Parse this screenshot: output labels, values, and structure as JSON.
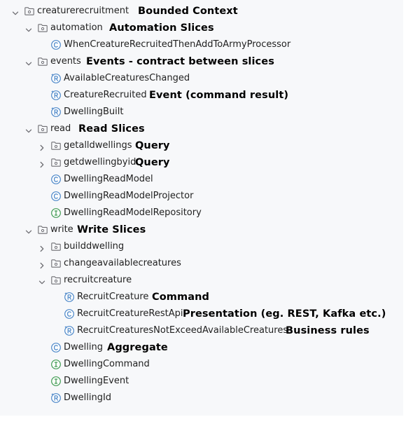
{
  "colors": {
    "class_icon": "#4a86c8",
    "record_icon": "#4a86c8",
    "interface_icon": "#3f9a52",
    "folder_icon": "#6e6e73",
    "chevron": "#6e6e73",
    "panel_bg": "#f7f8fa"
  },
  "tree": [
    {
      "label": "creaturerecruitment",
      "icon": "package-icon",
      "expanded": true,
      "annotation": "Bounded Context"
    },
    {
      "label": "automation",
      "icon": "package-icon",
      "expanded": true,
      "annotation": "Automation Slices"
    },
    {
      "label": "WhenCreatureRecruitedThenAddToArmyProcessor",
      "icon": "class-icon"
    },
    {
      "label": "events",
      "icon": "package-icon",
      "expanded": true,
      "annotation": "Events - contract between slices"
    },
    {
      "label": "AvailableCreaturesChanged",
      "icon": "record-icon"
    },
    {
      "label": "CreatureRecruited",
      "icon": "record-icon",
      "annotation": "Event (command result)"
    },
    {
      "label": "DwellingBuilt",
      "icon": "record-icon"
    },
    {
      "label": "read",
      "icon": "package-icon",
      "expanded": true,
      "annotation": "Read Slices"
    },
    {
      "label": "getalldwellings",
      "icon": "package-icon",
      "expanded": false,
      "annotation": "Query"
    },
    {
      "label": "getdwellingbyid",
      "icon": "package-icon",
      "expanded": false,
      "annotation": "Query"
    },
    {
      "label": "DwellingReadModel",
      "icon": "class-icon"
    },
    {
      "label": "DwellingReadModelProjector",
      "icon": "class-icon"
    },
    {
      "label": "DwellingReadModelRepository",
      "icon": "interface-icon"
    },
    {
      "label": "write",
      "icon": "package-icon",
      "expanded": true,
      "annotation": "Write Slices"
    },
    {
      "label": "builddwelling",
      "icon": "package-icon",
      "expanded": false
    },
    {
      "label": "changeavailablecreatures",
      "icon": "package-icon",
      "expanded": false
    },
    {
      "label": "recruitcreature",
      "icon": "package-icon",
      "expanded": true
    },
    {
      "label": "RecruitCreature",
      "icon": "record-icon",
      "annotation": "Command"
    },
    {
      "label": "RecruitCreatureRestApi",
      "icon": "class-icon",
      "annotation": "Presentation (eg. REST, Kafka etc.)"
    },
    {
      "label": "RecruitCreaturesNotExceedAvailableCreatures",
      "icon": "record-icon",
      "annotation": "Business rules"
    },
    {
      "label": "Dwelling",
      "icon": "class-icon",
      "annotation": "Aggregate"
    },
    {
      "label": "DwellingCommand",
      "icon": "interface-icon"
    },
    {
      "label": "DwellingEvent",
      "icon": "interface-icon"
    },
    {
      "label": "DwellingId",
      "icon": "record-icon"
    }
  ]
}
